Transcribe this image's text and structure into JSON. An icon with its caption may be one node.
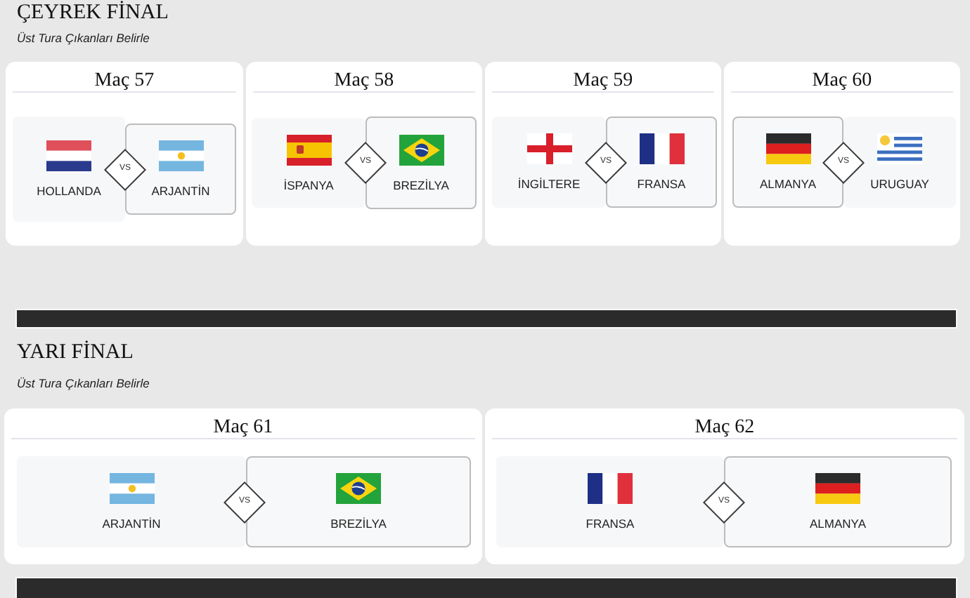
{
  "diagram": {
    "nodes": [
      {
        "text": [
          "Maç 57"
        ]
      },
      {
        "text": [
          "HOLLANDA"
        ],
        "in": 0
      },
      {
        "text": [
          "VS"
        ],
        "in": 0
      },
      {
        "text": [
          "ARJANTİN"
        ],
        "in": 0
      },
      {
        "text": [
          "Maç 58"
        ]
      },
      {
        "text": [
          "İSPANYA"
        ],
        "in": 4
      },
      {
        "text": [
          "VS"
        ],
        "in": 4
      },
      {
        "text": [
          "BREZİLYA"
        ],
        "in": 4
      },
      {
        "text": [
          "Maç 59"
        ]
      },
      {
        "text": [
          "İNGİLTERE"
        ],
        "in": 8
      },
      {
        "text": [
          "VS"
        ],
        "in": 8
      },
      {
        "text": [
          "FRANSA"
        ],
        "in": 8
      },
      {
        "text": [
          "Maç 60"
        ]
      },
      {
        "text": [
          "ALMANYA"
        ],
        "in": 12
      },
      {
        "text": [
          "VS"
        ],
        "in": 12
      },
      {
        "text": [
          "URUGUAY"
        ],
        "in": 12
      },
      {
        "text": [],
        "shape": "bar"
      },
      {
        "text": [
          "Maç 61"
        ]
      },
      {
        "text": [
          "ARJANTİN"
        ],
        "in": 17
      },
      {
        "text": [
          "VS"
        ],
        "in": 17
      },
      {
        "text": [
          "BREZİLYA"
        ],
        "in": 17
      },
      {
        "text": [
          "Maç 62"
        ]
      },
      {
        "text": [
          "FRANSA"
        ],
        "in": 21
      },
      {
        "text": [
          "VS"
        ],
        "in": 21
      },
      {
        "text": [
          "ALMANYA"
        ],
        "in": 21
      },
      {
        "text": [],
        "shape": "bar"
      }
    ],
    "labels": [
      "ÇEYREK FİNAL",
      "Üst Tura Çıkanları Belirle",
      "YARI FİNAL",
      "Üst Tura Çıkanları Belirle"
    ]
  }
}
